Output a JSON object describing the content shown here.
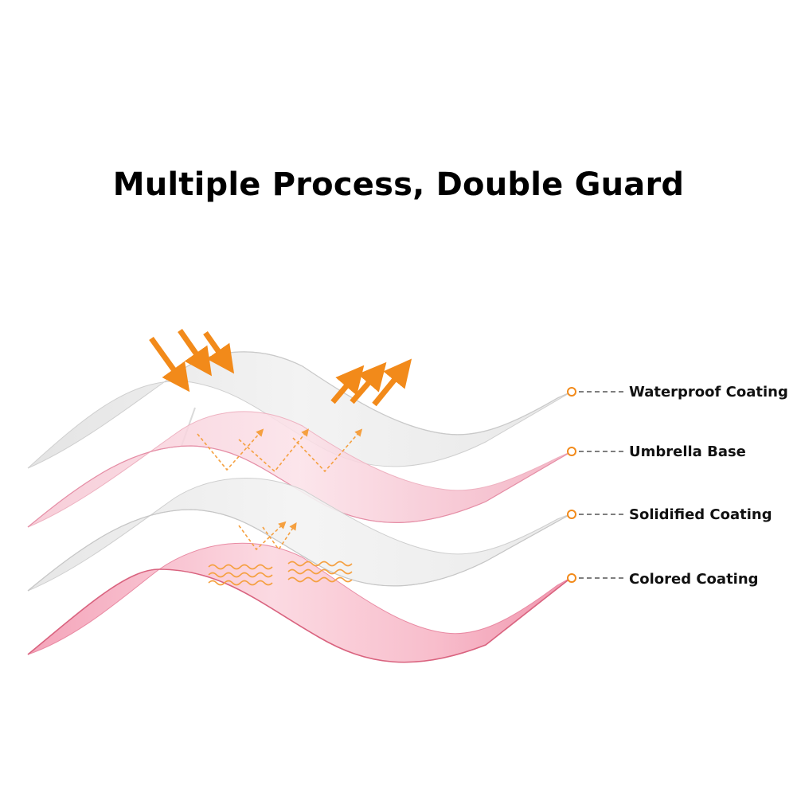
{
  "title": "Multiple Process, Double Guard",
  "colors": {
    "accent_orange": "#f28a1a",
    "pink_layer": "#f08aa4",
    "gray_layer": "#d9d9d9"
  },
  "layers": [
    {
      "label": "Waterproof Coating"
    },
    {
      "label": "Umbrella Base"
    },
    {
      "label": "Solidified Coating"
    },
    {
      "label": "Colored Coating"
    }
  ]
}
